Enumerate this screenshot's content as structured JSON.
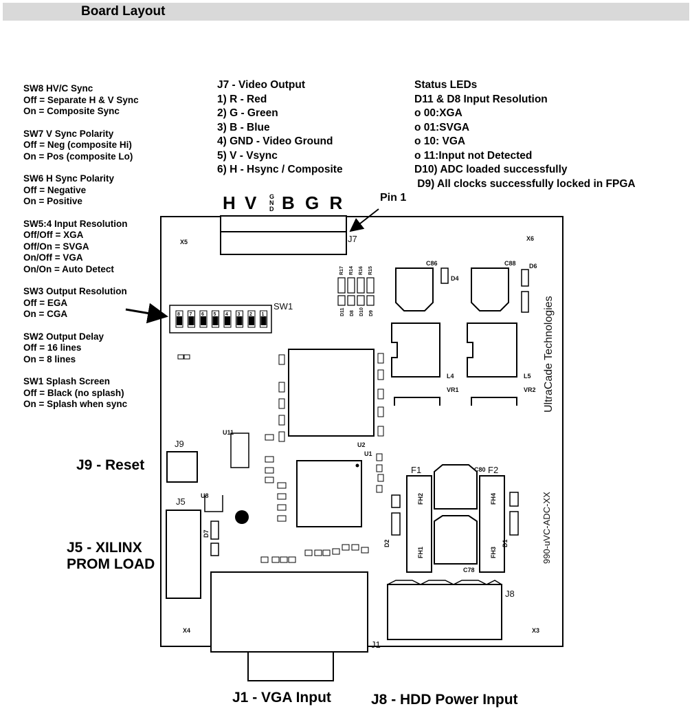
{
  "header": {
    "title": "Board Layout"
  },
  "switch_notes": [
    {
      "title": "SW8 HV/C Sync",
      "lines": [
        "Off = Separate H & V Sync",
        "On = Composite Sync"
      ]
    },
    {
      "title": "SW7 V Sync Polarity",
      "lines": [
        "Off = Neg (composite Hi)",
        "On = Pos (composite Lo)"
      ]
    },
    {
      "title": "SW6 H Sync Polarity",
      "lines": [
        "Off = Negative",
        "On = Positive"
      ]
    },
    {
      "title": "SW5:4 Input Resolution",
      "lines": [
        "Off/Off = XGA",
        "Off/On = SVGA",
        "On/Off = VGA",
        "On/On = Auto Detect"
      ]
    },
    {
      "title": "SW3 Output Resolution",
      "lines": [
        "Off = EGA",
        "On = CGA"
      ]
    },
    {
      "title": "SW2 Output Delay",
      "lines": [
        "Off = 16 lines",
        "On = 8 lines"
      ]
    },
    {
      "title": "SW1 Splash Screen",
      "lines": [
        "Off = Black (no splash)",
        "On = Splash when sync"
      ]
    }
  ],
  "video_output": {
    "title": "J7 - Video Output",
    "pins": [
      "1) R - Red",
      "2) G - Green",
      "3) B - Blue",
      "4) GND - Video Ground",
      "5) V - Vsync",
      "6) H - Hsync / Composite"
    ]
  },
  "status_leds": {
    "title": "Status LEDs",
    "lines": [
      "D11 & D8 Input Resolution",
      "o 00:XGA",
      "o 01:SVGA",
      "o 10: VGA",
      "o 11:Input not Detected",
      "D10) ADC loaded successfully",
      " D9) All clocks successfully locked in FPGA"
    ]
  },
  "pin_header_letters": {
    "h": "H",
    "v": "V",
    "gnd": "GND",
    "bgr": "B G R"
  },
  "callouts": {
    "pin1": "Pin 1",
    "j9": "J9 - Reset",
    "j5_line1": "J5 - XILINX",
    "j5_line2": "PROM LOAD",
    "j1": "J1 - VGA Input",
    "j8": "J8 - HDD Power Input"
  },
  "silkscreen": {
    "j7": "J7",
    "sw1": "SW1",
    "j9": "J9",
    "j5": "J5",
    "j1": "J1",
    "j8": "J8",
    "f1": "F1",
    "f2": "F2",
    "x5": "X5",
    "x6": "X6",
    "x4": "X4",
    "x3": "X3",
    "u1": "U1",
    "u2": "U2",
    "u8": "U8",
    "u11": "U11",
    "l4": "L4",
    "l5": "L5",
    "vr1": "VR1",
    "vr2": "VR2",
    "c86": "C86",
    "c88": "C88",
    "c80": "C80",
    "c78": "C78",
    "d4": "D4",
    "d6": "D6",
    "d7": "D7",
    "d1": "D1",
    "d2": "D2",
    "fh1": "FH1",
    "fh2": "FH2",
    "fh3": "FH3",
    "fh4": "FH4",
    "leds": [
      "D11",
      "D8",
      "D10",
      "D9"
    ],
    "resistors_top": [
      "R17",
      "R14",
      "R16",
      "R15"
    ],
    "brand": "UltraCade Technologies",
    "part": "990-uVC-ADC-XX",
    "dip_numbers": [
      "8",
      "7",
      "6",
      "5",
      "4",
      "3",
      "2",
      "1"
    ]
  }
}
